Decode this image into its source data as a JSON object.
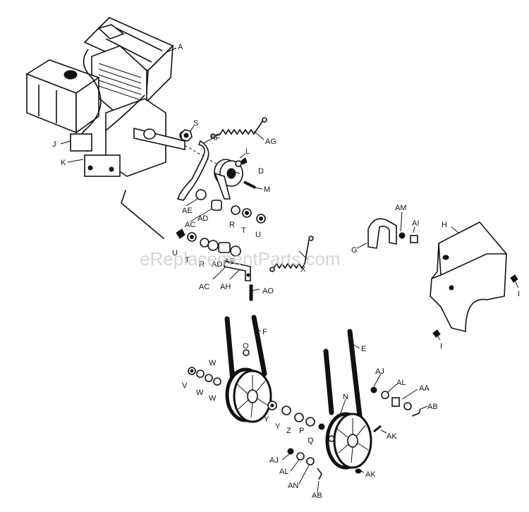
{
  "watermark": "eReplacementParts.com",
  "labels": {
    "A": "A",
    "S": "S",
    "AF": "AF",
    "AG": "AG",
    "J": "J",
    "K": "K",
    "L": "L",
    "D": "D",
    "M": "M",
    "AE": "AE",
    "AD": "AD",
    "AC": "AC",
    "R": "R",
    "T": "T",
    "U": "U",
    "U2": "U",
    "T2": "T",
    "R2": "R",
    "AD2": "AD",
    "AE2": "AE",
    "X": "X",
    "AC2": "AC",
    "AH": "AH",
    "AO": "AO",
    "AM": "AM",
    "AI": "AI",
    "G": "G",
    "H": "H",
    "I": "I",
    "I2": "I",
    "F": "F",
    "E": "E",
    "O": "O",
    "W": "W",
    "V": "V",
    "W2": "W",
    "W3": "W",
    "Y": "Y",
    "Y2": "Y",
    "Z": "Z",
    "P": "P",
    "Q": "Q",
    "N": "N",
    "AJ": "AJ",
    "AL": "AL",
    "AA": "AA",
    "AB": "AB",
    "AK": "AK",
    "AJ2": "AJ",
    "AL2": "AL",
    "AN": "AN",
    "AB2": "AB",
    "AK2": "AK"
  }
}
